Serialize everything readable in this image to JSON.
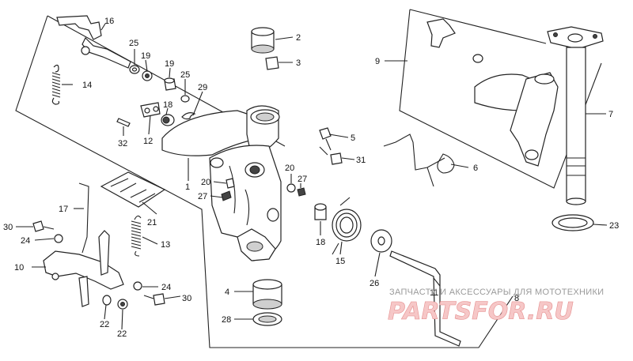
{
  "labels": {
    "l1": "1",
    "l2": "2",
    "l3": "3",
    "l4": "4",
    "l5": "5",
    "l6": "6",
    "l7": "7",
    "l8": "8",
    "l9": "9",
    "l10": "10",
    "l11": "11",
    "l12": "12",
    "l13": "13",
    "l14": "14",
    "l15": "15",
    "l16": "16",
    "l17": "17",
    "l18a": "18",
    "l18b": "18",
    "l19a": "19",
    "l19b": "19",
    "l20a": "20",
    "l20b": "20",
    "l21": "21",
    "l22a": "22",
    "l22b": "22",
    "l23": "23",
    "l24a": "24",
    "l24b": "24",
    "l25a": "25",
    "l25b": "25",
    "l26": "26",
    "l27a": "27",
    "l27b": "27",
    "l28": "28",
    "l29": "29",
    "l30a": "30",
    "l30b": "30",
    "l31": "31",
    "l32": "32"
  },
  "watermark": {
    "tagline": "ЗАПЧАСТИ И АКСЕССУАРЫ ДЛЯ МОТОТЕХНИКИ",
    "brand": "PARTSFOR.RU"
  },
  "colors": {
    "ink": "#222222",
    "watermark_red": "#e58f8f",
    "background": "#ffffff"
  }
}
